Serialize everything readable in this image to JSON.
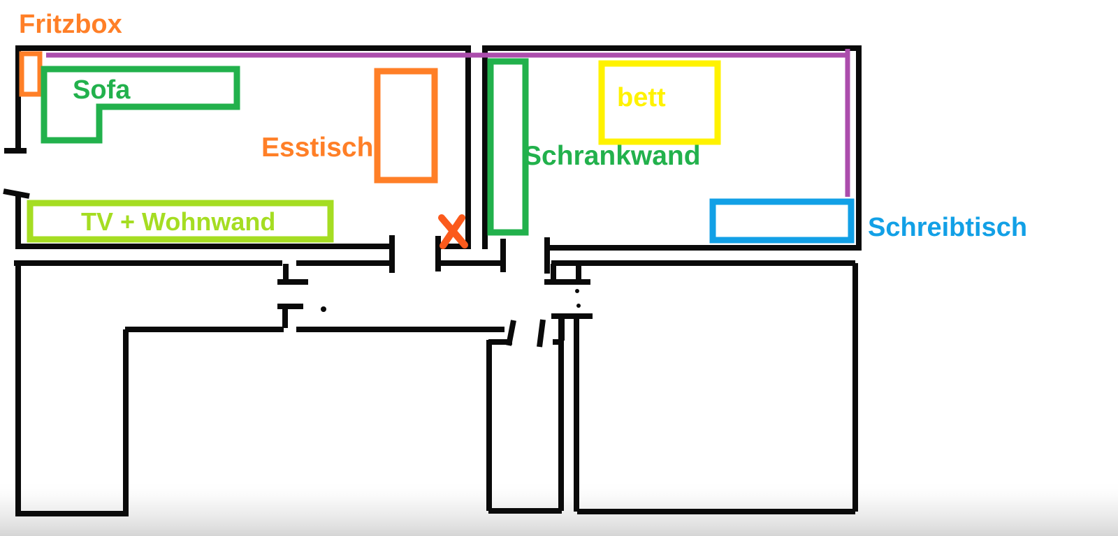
{
  "colors": {
    "wall": "#0a0a0a",
    "orange": "#ff7f27",
    "x_mark": "#fb5a1c",
    "green": "#22b14c",
    "lime": "#a5dd22",
    "yellow": "#fff200",
    "blue": "#12a0e6",
    "purple": "#ab4dac"
  },
  "labels": {
    "fritzbox": "Fritzbox",
    "sofa": "Sofa",
    "esstisch": "Esstisch",
    "tv_wohnwand": "TV + Wohnwand",
    "bett": "bett",
    "schrankwand": "Schrankwand",
    "schreibtisch": "Schreibtisch"
  }
}
